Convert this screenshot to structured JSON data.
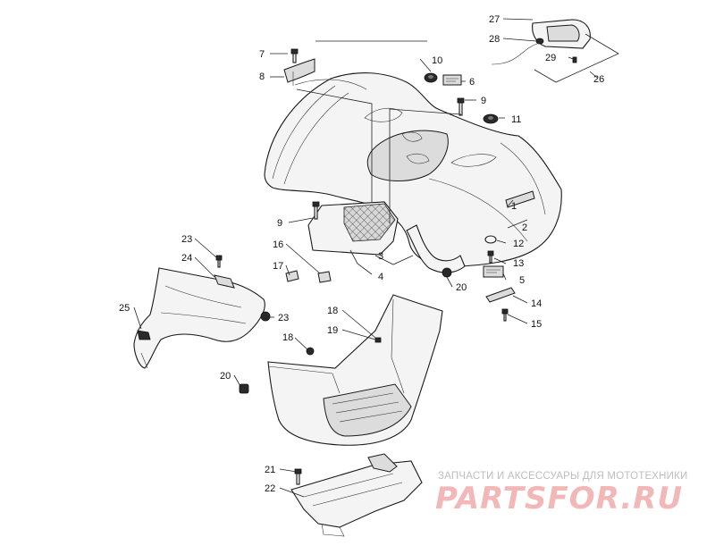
{
  "callouts": [
    {
      "id": "c1",
      "label": "1"
    },
    {
      "id": "c2",
      "label": "2"
    },
    {
      "id": "c3",
      "label": "3"
    },
    {
      "id": "c4",
      "label": "4"
    },
    {
      "id": "c5",
      "label": "5"
    },
    {
      "id": "c6",
      "label": "6"
    },
    {
      "id": "c7",
      "label": "7"
    },
    {
      "id": "c8",
      "label": "8"
    },
    {
      "id": "c9a",
      "label": "9"
    },
    {
      "id": "c9b",
      "label": "9"
    },
    {
      "id": "c10",
      "label": "10"
    },
    {
      "id": "c11",
      "label": "11"
    },
    {
      "id": "c12",
      "label": "12"
    },
    {
      "id": "c13",
      "label": "13"
    },
    {
      "id": "c14",
      "label": "14"
    },
    {
      "id": "c15",
      "label": "15"
    },
    {
      "id": "c16",
      "label": "16"
    },
    {
      "id": "c17",
      "label": "17"
    },
    {
      "id": "c18a",
      "label": "18"
    },
    {
      "id": "c18b",
      "label": "18"
    },
    {
      "id": "c19",
      "label": "19"
    },
    {
      "id": "c20a",
      "label": "20"
    },
    {
      "id": "c20b",
      "label": "20"
    },
    {
      "id": "c21",
      "label": "21"
    },
    {
      "id": "c22",
      "label": "22"
    },
    {
      "id": "c23a",
      "label": "23"
    },
    {
      "id": "c23b",
      "label": "23"
    },
    {
      "id": "c24",
      "label": "24"
    },
    {
      "id": "c25",
      "label": "25"
    },
    {
      "id": "c26",
      "label": "26"
    },
    {
      "id": "c27",
      "label": "27"
    },
    {
      "id": "c28",
      "label": "28"
    },
    {
      "id": "c29",
      "label": "29"
    }
  ],
  "watermark": {
    "tagline": "ЗАПЧАСТИ И АКСЕССУАРЫ ДЛЯ МОТОТЕХНИКИ",
    "logo": "PARTSFOR.RU"
  }
}
